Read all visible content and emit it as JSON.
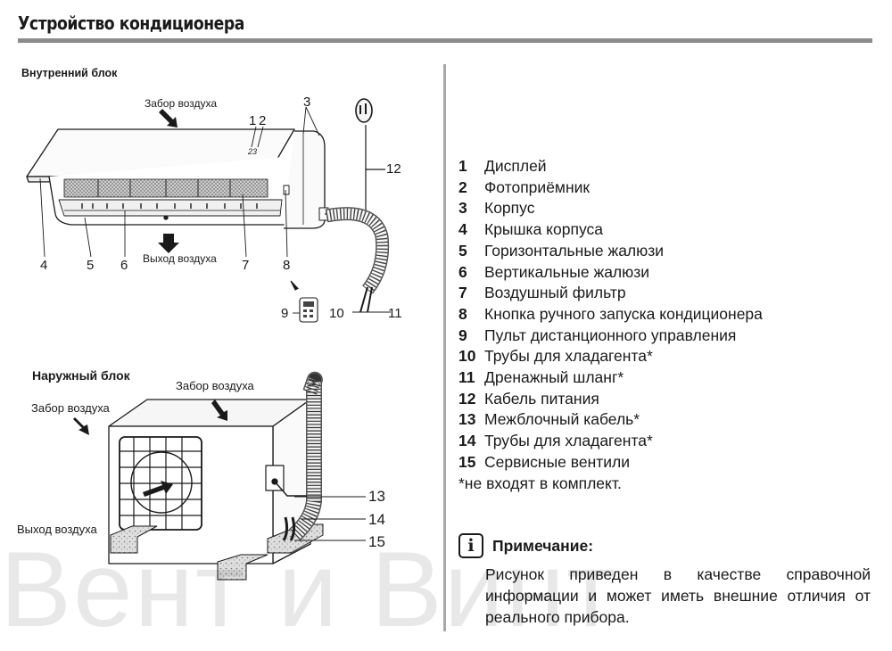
{
  "page": {
    "title": "Устройство кондиционера"
  },
  "indoor": {
    "heading": "Внутренний блок",
    "air_intake": "Забор воздуха",
    "air_outlet": "Выход воздуха",
    "display_time": "23"
  },
  "outdoor": {
    "heading": "Наружный блок",
    "air_intake_top": "Забор воздуха",
    "air_intake_left": "Забор воздуха",
    "air_outlet": "Выход воздуха"
  },
  "callouts": {
    "n1": "1",
    "n2": "2",
    "n3": "3",
    "n4": "4",
    "n5": "5",
    "n6": "6",
    "n7": "7",
    "n8": "8",
    "n9": "9",
    "n10": "10",
    "n11": "11",
    "n12": "12",
    "n13": "13",
    "n14": "14",
    "n15": "15"
  },
  "legend": [
    {
      "num": "1",
      "text": "Дисплей"
    },
    {
      "num": "2",
      "text": "Фотоприёмник"
    },
    {
      "num": "3",
      "text": "Корпус"
    },
    {
      "num": "4",
      "text": "Крышка корпуса"
    },
    {
      "num": "5",
      "text": "Горизонтальные жалюзи"
    },
    {
      "num": "6",
      "text": "Вертикальные жалюзи"
    },
    {
      "num": "7",
      "text": "Воздушный фильтр"
    },
    {
      "num": "8",
      "text": "Кнопка ручного запуска кондиционера"
    },
    {
      "num": "9",
      "text": "Пульт дистанционного управления"
    },
    {
      "num": "10",
      "text": "Трубы для хладагента*"
    },
    {
      "num": "11",
      "text": "Дренажный шланг*"
    },
    {
      "num": "12",
      "text": "Кабель питания"
    },
    {
      "num": "13",
      "text": "Межблочный кабель*"
    },
    {
      "num": "14",
      "text": "Трубы для хладагента*"
    },
    {
      "num": "15",
      "text": "Сервисные вентили"
    }
  ],
  "footnote": "*не входят в комплект.",
  "note": {
    "icon": "info-icon",
    "title": "Примечание:",
    "text": "Рисунок приведен в качестве справочной информации и может иметь внешние отличия от реального прибора."
  },
  "watermark": "Вент и Винт"
}
